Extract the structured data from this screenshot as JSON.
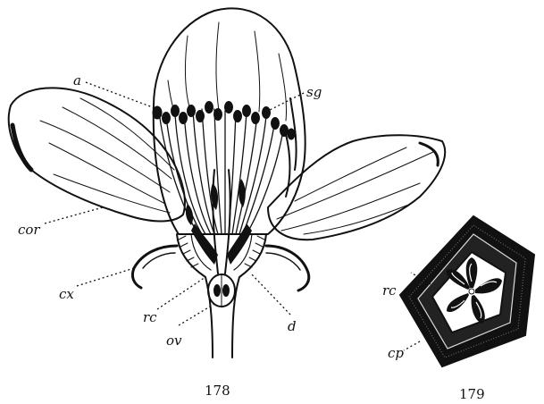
{
  "figure_178": {
    "number": "178",
    "labels": {
      "a": "a",
      "sg": "sg",
      "cor": "cor",
      "cx": "cx",
      "rc": "rc",
      "ov": "ov",
      "d": "d"
    }
  },
  "figure_179": {
    "number": "179",
    "labels": {
      "rc": "rc",
      "cp": "cp"
    }
  },
  "colors": {
    "ink": "#111111",
    "paper": "#ffffff"
  }
}
